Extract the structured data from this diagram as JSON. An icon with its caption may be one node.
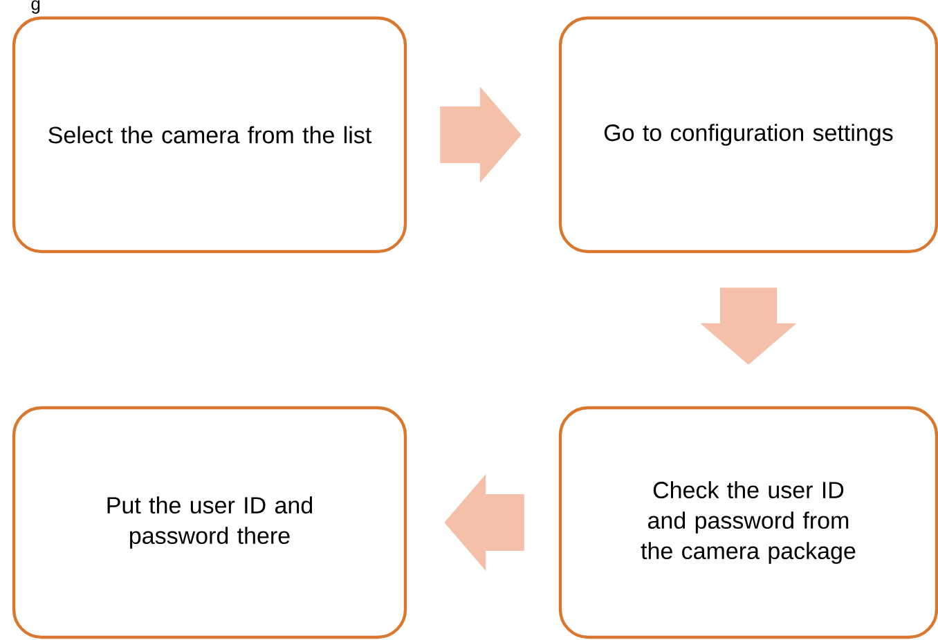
{
  "diagram": {
    "nodes": [
      {
        "text": [
          "Select the camera from the list"
        ]
      },
      {
        "text": [
          "Go to configuration settings"
        ]
      },
      {
        "text": [
          "Check the user ID and password from the camera package"
        ]
      },
      {
        "text": [
          "Put the user ID and password there"
        ]
      }
    ],
    "edges": [
      {
        "from": 0,
        "to": 1,
        "arrow": "to"
      },
      {
        "from": 1,
        "to": 2,
        "arrow": "to"
      },
      {
        "from": 2,
        "to": 3,
        "arrow": "to"
      }
    ],
    "labels": [
      "g"
    ]
  }
}
